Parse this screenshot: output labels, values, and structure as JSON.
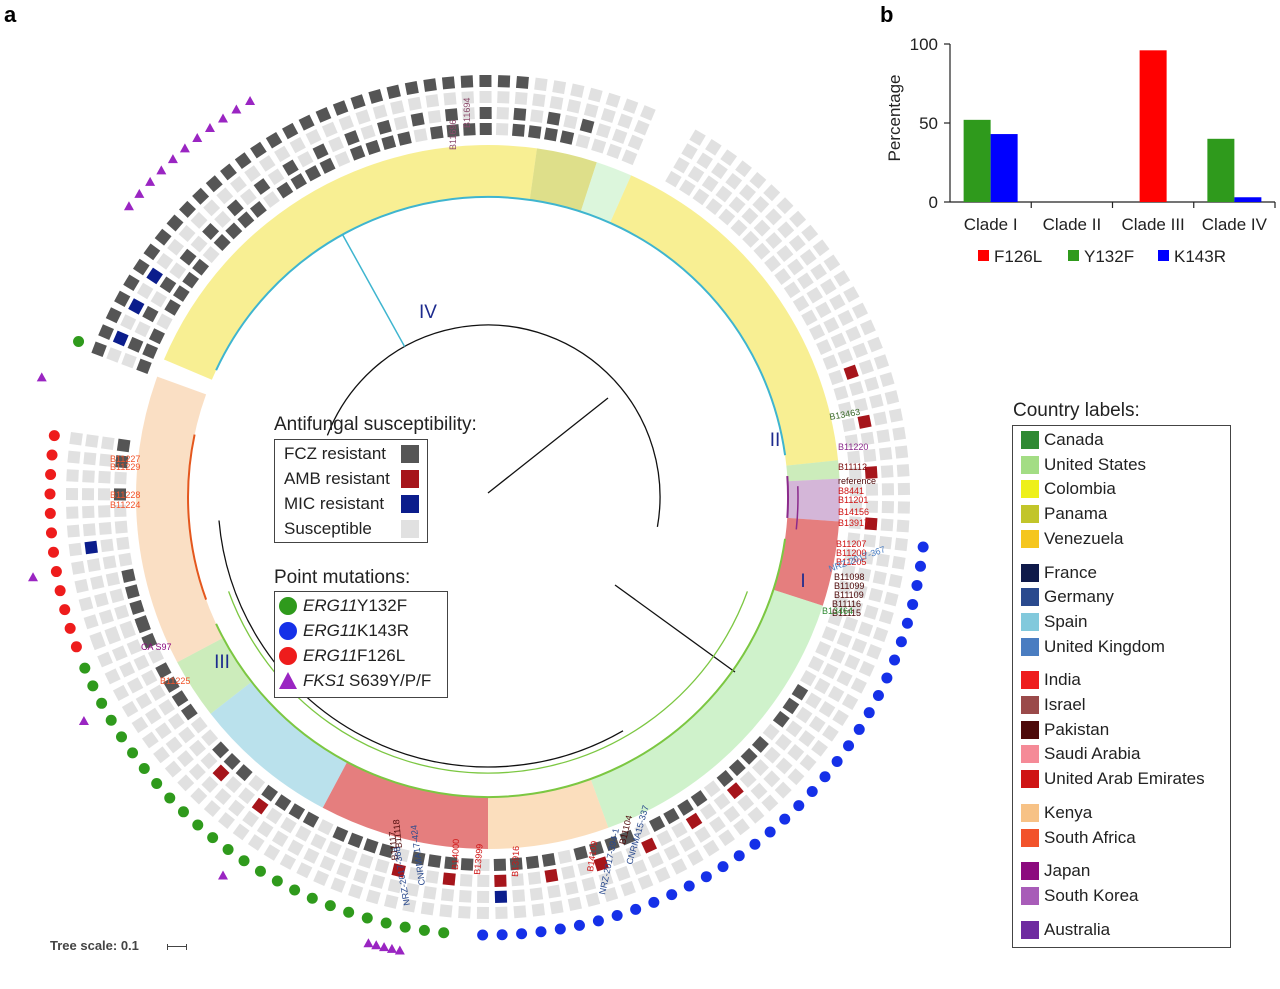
{
  "panel_a": {
    "letter": "a",
    "clade_labels": [
      "I",
      "II",
      "III",
      "IV"
    ],
    "clade_colors": {
      "I": "#7cc742",
      "II": "#8b2a8b",
      "III": "#e4571d",
      "IV": "#3fb5cf"
    },
    "tip_label_colors": {
      "I": "#a8e8a0",
      "II": "#b07ab8",
      "III": "#f5c493",
      "IV": "#f2e23a"
    },
    "visible_tip_labels": [
      "B13463",
      "B11220",
      "B11112",
      "reference",
      "B8441",
      "B11201",
      "B14156",
      "B13917",
      "B11207",
      "B11200",
      "B11205",
      "NRZ-2017-367",
      "B11098",
      "B11099",
      "B11109",
      "B11116",
      "B11115",
      "B13464",
      "B11227",
      "B11229",
      "B11228",
      "B11224",
      "B11225",
      "B11694",
      "B11696",
      "CA S97",
      "B14000",
      "B13916",
      "B13999",
      "B14109",
      "B11104",
      "CNRMA15-337",
      "NRZ-2017-394-1",
      "B11117",
      "B11118",
      "CNRMA17-424",
      "NRZ-2017-368"
    ],
    "tree_scale_label": "Tree scale: 0.1",
    "susceptibility_legend": {
      "title": "Antifungal susceptibility:",
      "items": [
        {
          "label": "FCZ resistant",
          "color": "#555555"
        },
        {
          "label": "AMB resistant",
          "color": "#a6151b"
        },
        {
          "label": "MIC resistant",
          "color": "#0b1d8c"
        },
        {
          "label": "Susceptible",
          "color": "#e1e1e1"
        }
      ]
    },
    "mutation_legend": {
      "title": "Point mutations:",
      "items": [
        {
          "gene": "ERG11",
          "mutation": "Y132F",
          "color": "#2f9a1c",
          "shape": "circle"
        },
        {
          "gene": "ERG11",
          "mutation": "K143R",
          "color": "#1530e8",
          "shape": "circle"
        },
        {
          "gene": "ERG11",
          "mutation": "F126L",
          "color": "#ee1c1c",
          "shape": "circle"
        },
        {
          "gene": "FKS1",
          "mutation": "S639Y/P/F",
          "color": "#9a25c2",
          "shape": "triangle"
        }
      ]
    },
    "country_legend": {
      "title": "Country labels:",
      "groups": [
        [
          {
            "label": "Canada",
            "color": "#2e8a32"
          },
          {
            "label": "United States",
            "color": "#a3dd84"
          },
          {
            "label": "Colombia",
            "color": "#eef01a"
          },
          {
            "label": "Panama",
            "color": "#c2c52a"
          },
          {
            "label": "Venezuela",
            "color": "#f5c61e"
          }
        ],
        [
          {
            "label": "France",
            "color": "#0f1a4a"
          },
          {
            "label": "Germany",
            "color": "#2a4a8e"
          },
          {
            "label": "Spain",
            "color": "#82c9dc"
          },
          {
            "label": "United Kingdom",
            "color": "#4a7dc1"
          }
        ],
        [
          {
            "label": "India",
            "color": "#ee1c1c"
          },
          {
            "label": "Israel",
            "color": "#9a4a4a"
          },
          {
            "label": "Pakistan",
            "color": "#4e0a0a"
          },
          {
            "label": "Saudi Arabia",
            "color": "#f58a97"
          },
          {
            "label": "United Arab Emirates",
            "color": "#cf1414"
          }
        ],
        [
          {
            "label": "Kenya",
            "color": "#f7c286"
          },
          {
            "label": "South Africa",
            "color": "#f2532b"
          }
        ],
        [
          {
            "label": "Japan",
            "color": "#8c0a7e"
          },
          {
            "label": "South Korea",
            "color": "#a85cb8"
          }
        ],
        [
          {
            "label": "Australia",
            "color": "#6e2aa0"
          }
        ]
      ]
    }
  },
  "panel_b": {
    "letter": "b",
    "chart_data": {
      "type": "bar",
      "categories": [
        "Clade I",
        "Clade II",
        "Clade III",
        "Clade IV"
      ],
      "series": [
        {
          "name": "F126L",
          "color": "#ff0000",
          "values": [
            0,
            0,
            96,
            0
          ]
        },
        {
          "name": "Y132F",
          "color": "#2f9a1c",
          "values": [
            52,
            0,
            0,
            40
          ]
        },
        {
          "name": "K143R",
          "color": "#0000ff",
          "values": [
            43,
            0,
            0,
            3
          ]
        }
      ],
      "ylabel": "Percentage",
      "ylim": [
        0,
        100
      ],
      "yticks": [
        0,
        50,
        100
      ],
      "grid": false,
      "legend_placement": "bottom"
    }
  }
}
